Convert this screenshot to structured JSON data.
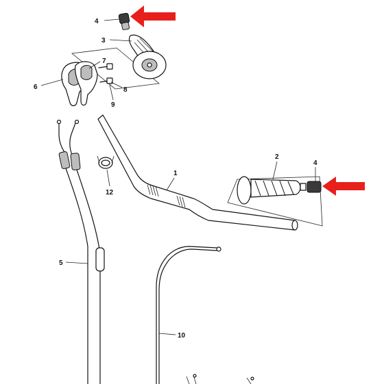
{
  "callouts": {
    "c1": "1",
    "c2": "2",
    "c3": "3",
    "c4_top": "4",
    "c4_right": "4",
    "c5": "5",
    "c6": "6",
    "c7": "7",
    "c8": "8",
    "c9": "9",
    "c10": "10",
    "c12": "12"
  },
  "colors": {
    "arrow": "#e8201c",
    "ink": "#111111",
    "shade": "#bdbdbd"
  }
}
